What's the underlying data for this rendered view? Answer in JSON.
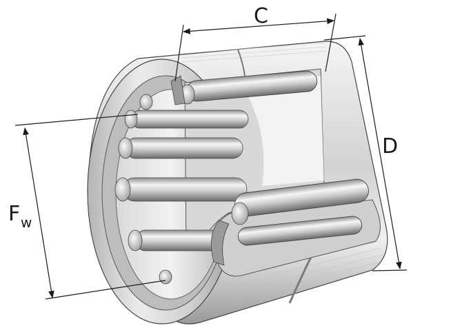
{
  "labels": {
    "width_label": "C",
    "outer_diameter_label": "D",
    "inner_diameter_label": "F",
    "inner_diameter_subscript": "w"
  },
  "colors": {
    "line": "#1a1a1a",
    "steel_light": "#e6e6e6",
    "steel_mid": "#c4c4c4",
    "steel_dark": "#8a8a8a",
    "shadow": "#5a5a5a"
  }
}
